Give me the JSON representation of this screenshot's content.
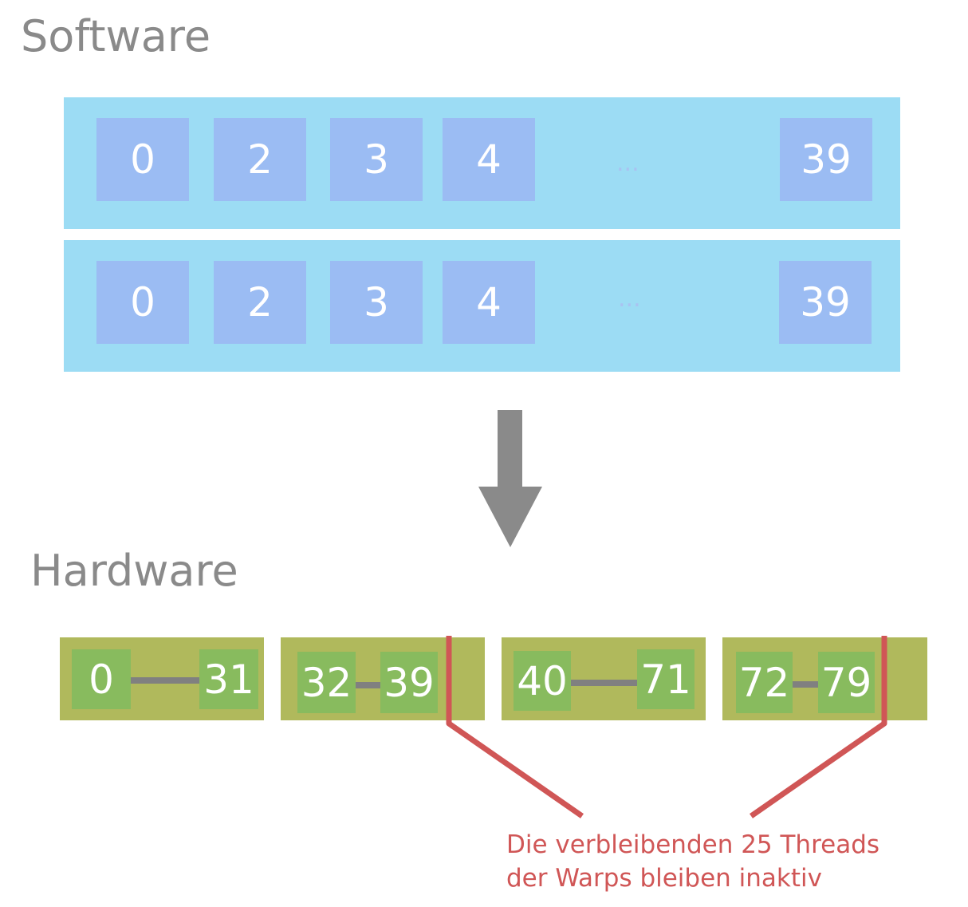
{
  "software": {
    "title": "Software",
    "blocks": [
      {
        "threads": [
          "0",
          "2",
          "3",
          "4",
          "39"
        ],
        "ellipsis": "..."
      },
      {
        "threads": [
          "0",
          "2",
          "3",
          "4",
          "39"
        ],
        "ellipsis": "..."
      }
    ]
  },
  "hardware": {
    "title": "Hardware",
    "warps": [
      {
        "first": "0",
        "last": "31"
      },
      {
        "first": "32",
        "last": "39"
      },
      {
        "first": "40",
        "last": "71"
      },
      {
        "first": "72",
        "last": "79"
      }
    ]
  },
  "note": {
    "line1": "Die verbleibenden 25 Threads",
    "line2": "der Warps bleiben inaktiv"
  },
  "colors": {
    "block": "#9cdcf4",
    "thread": "#9bbcf3",
    "warp": "#b0b95c",
    "lane": "#88bb5e",
    "connector": "#808080",
    "inactive_marker": "#d05656",
    "heading": "#8a8a8a"
  }
}
